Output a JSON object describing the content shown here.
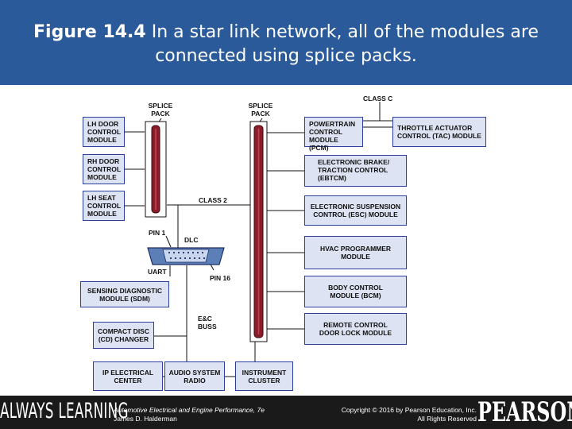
{
  "slide": {
    "title_bold": "Figure 14.4",
    "title_rest": " In a star link network, all of the modules are connected using splice packs."
  },
  "diagram": {
    "splice_pack_left": "SPLICE\nPACK",
    "splice_pack_right": "SPLICE\nPACK",
    "class_c": "CLASS C",
    "class_2": "CLASS 2",
    "pin_1": "PIN 1",
    "dlc": "DLC",
    "uart": "UART",
    "pin_16": "PIN 16",
    "ec_buss": "E&C\nBUSS",
    "left_modules": [
      "LH DOOR\nCONTROL\nMODULE",
      "RH DOOR\nCONTROL\nMODULE",
      "LH SEAT\nCONTROL\nMODULE"
    ],
    "sensing_module": "SENSING DIAGNOSTIC\nMODULE (SDM)",
    "compact_disc": "COMPACT DISC\n(CD) CHANGER",
    "bottom_modules": [
      "IP ELECTRICAL\nCENTER",
      "AUDIO SYSTEM\nRADIO",
      "INSTRUMENT\nCLUSTER"
    ],
    "pcm": "POWERTRAIN\nCONTROL\nMODULE (PCM)",
    "tac": "THROTTLE ACTUATOR\nCONTROL (TAC) MODULE",
    "right_modules": [
      "ELECTRONIC BRAKE/\nTRACTION CONTROL\n(EBTCM)",
      "ELECTRONIC SUSPENSION\nCONTROL (ESC) MODULE",
      "HVAC PROGRAMMER\nMODULE",
      "BODY CONTROL\nMODULE (BCM)",
      "REMOTE CONTROL\nDOOR LOCK MODULE"
    ]
  },
  "footer": {
    "brand_left": "ALWAYS LEARNING",
    "book_line1": "Automotive Electrical and Engine Performance, 7e",
    "book_line2": "James D. Halderman",
    "copyright_line1": "Copyright © 2016 by Pearson Education, Inc.",
    "copyright_line2": "All Rights Reserved",
    "brand_right": "PEARSON"
  },
  "colors": {
    "header_bg": "#2a5a9a",
    "module_fill": "#dde3f2",
    "module_border": "#2b3fa0",
    "splice_pack": "#8b1d2a",
    "footer_bg": "#1a1a1a"
  }
}
